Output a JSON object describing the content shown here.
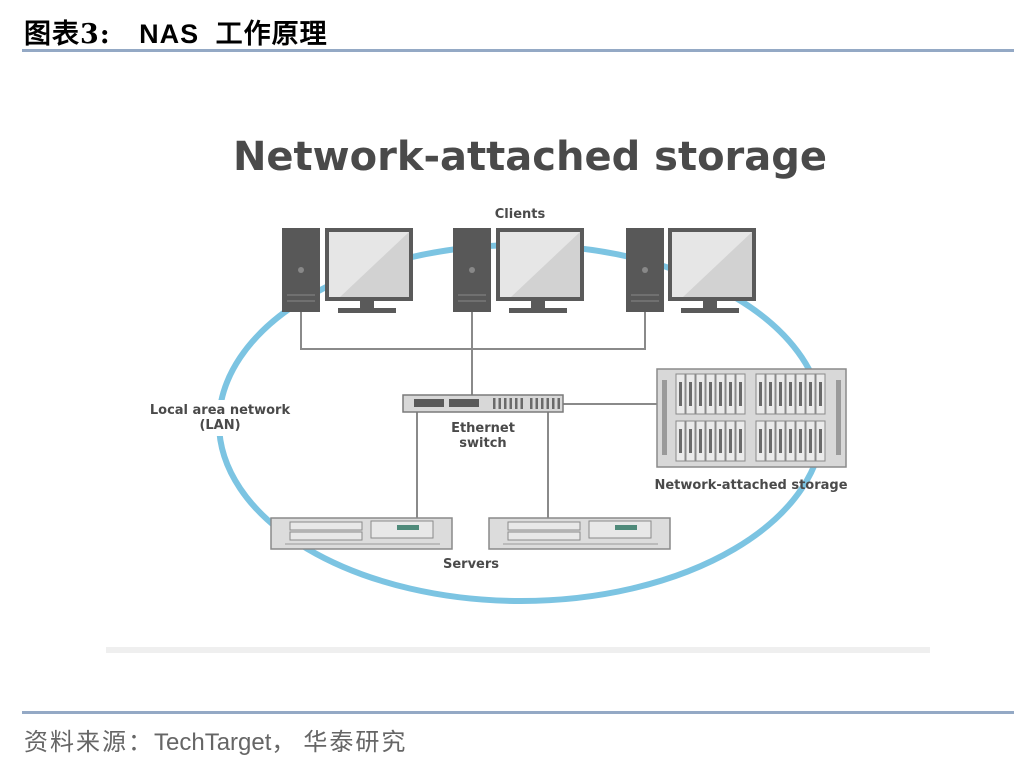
{
  "figure": {
    "label": "图表3:",
    "title_latin": "NAS",
    "title_cn": "工作原理"
  },
  "diagram": {
    "heading": "Network-attached storage",
    "labels": {
      "clients": "Clients",
      "lan_line1": "Local area network",
      "lan_line2": "(LAN)",
      "switch_line1": "Ethernet",
      "switch_line2": "switch",
      "nas": "Network-attached storage",
      "servers": "Servers"
    },
    "nodes": {
      "clients": [
        "client-1",
        "client-2",
        "client-3"
      ],
      "servers": [
        "server-1",
        "server-2"
      ],
      "switch": "ethernet-switch",
      "storage": "nas-array"
    },
    "colors": {
      "lan_ring": "#7cc4e2",
      "device_dark": "#555555",
      "device_light": "#dcdcdc",
      "wire": "#888888"
    }
  },
  "source": {
    "prefix": "资料来源：",
    "org": "TechTarget，",
    "suffix": "华泰研究"
  }
}
